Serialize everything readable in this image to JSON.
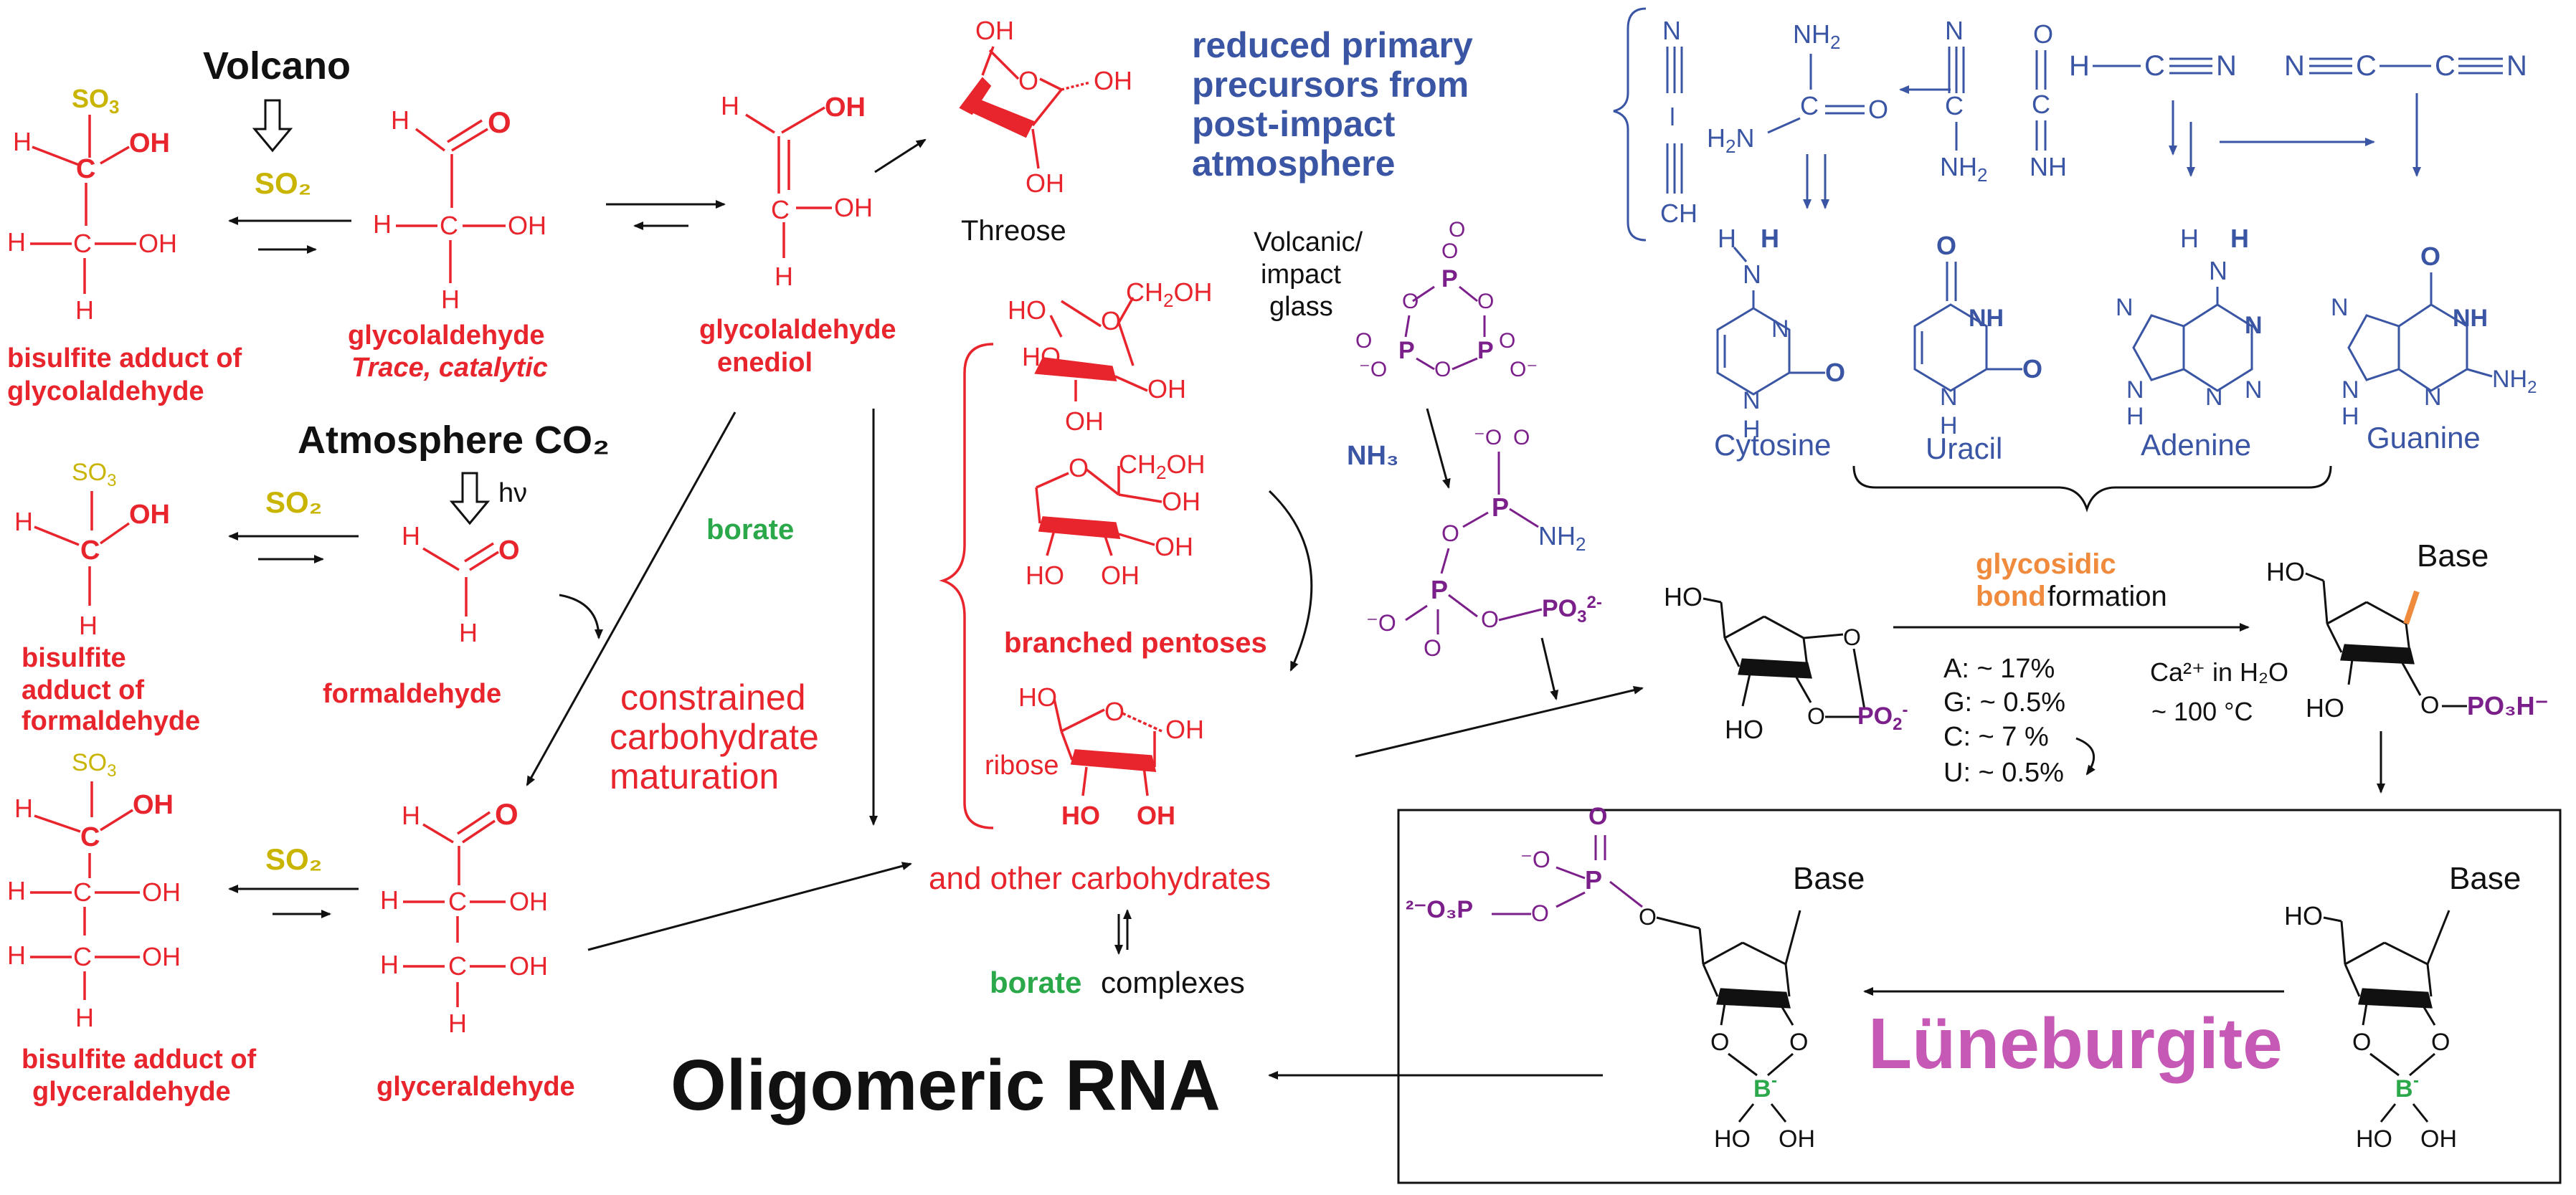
{
  "labels": {
    "volcano": "Volcano",
    "so2_a": "SO₂",
    "so2_b": "SO₂",
    "so2_c": "SO₂",
    "atmosphere_co2": "Atmosphere CO₂",
    "hv": "hν",
    "bisulfite_glycolaldehyde_1": "bisulfite adduct of",
    "bisulfite_glycolaldehyde_2": "glycolaldehyde",
    "glycolaldehyde": "glycolaldehyde",
    "trace_catalytic": "Trace, catalytic",
    "glycolaldehyde_enediol_1": "glycolaldehyde",
    "glycolaldehyde_enediol_2": "enediol",
    "threose": "Threose",
    "reduced_1": "reduced primary",
    "reduced_2": "precursors from",
    "reduced_3": "post-impact",
    "reduced_4": "atmosphere",
    "bisulfite_formaldehyde_1": "bisulfite",
    "bisulfite_formaldehyde_2": "adduct of",
    "bisulfite_formaldehyde_3": "formaldehyde",
    "formaldehyde": "formaldehyde",
    "borate": "borate",
    "constrained_1": "constrained",
    "constrained_2": "carbohydrate",
    "constrained_3": "maturation",
    "branched_pentoses": "branched pentoses",
    "ribose": "ribose",
    "volcanic_1": "Volcanic/",
    "volcanic_2": "impact",
    "volcanic_3": "glass",
    "nh3": "NH₃",
    "cytosine": "Cytosine",
    "uracil": "Uracil",
    "adenine": "Adenine",
    "guanine": "Guanine",
    "glycosidic_1": "glycosidic",
    "glycosidic_2": "bond",
    "formation": "formation",
    "ca_1": "Ca²⁺ in H₂O",
    "ca_2": "~ 100 °C",
    "yield_a": "A: ~ 17%",
    "yield_g": "G: ~ 0.5%",
    "yield_c": "C: ~ 7 %",
    "yield_u": "U: ~ 0.5%",
    "base_1": "Base",
    "base_2": "Base",
    "base_3": "Base",
    "bisulfite_glyceraldehyde_1": "bisulfite adduct of",
    "bisulfite_glyceraldehyde_2": "glyceraldehyde",
    "glyceraldehyde": "glyceraldehyde",
    "other_carbohydrates": "and other carbohydrates",
    "borate_2": "borate",
    "complexes": "complexes",
    "oligomeric_rna": "Oligomeric RNA",
    "luneburgite": "Lüneburgite",
    "po3h": "PO₃H⁻",
    "o3p": "²⁻O₃P",
    "po2": "PO₂⁻",
    "po3_2": "PO₃²⁻",
    "nh2_p": "NH₂"
  },
  "colors": {
    "red": "#e8242c",
    "blue": "#3a55a4",
    "purple": "#7b1f8a",
    "yellow": "#c9b400",
    "green": "#2aa84a",
    "orange": "#f08a3c",
    "pink": "#c559b5"
  }
}
